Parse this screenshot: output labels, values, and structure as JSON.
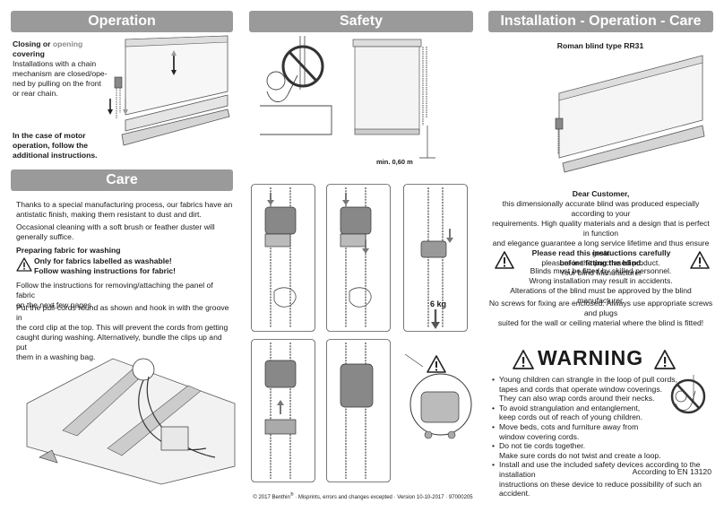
{
  "headers": {
    "operation": "Operation",
    "safety": "Safety",
    "install": "Installation - Operation - Care",
    "care": "Care"
  },
  "operation": {
    "closing_or": "Closing or",
    "opening": "opening",
    "covering": "covering",
    "body": [
      "Installations with a chain",
      "mechanism are closed/ope-",
      "ned by pulling on the front",
      "or rear chain."
    ],
    "motor": [
      "In the case of motor",
      "operation, follow the",
      "additional instructions."
    ]
  },
  "care": {
    "p1": [
      "Thanks to a special manufacturing process, our fabrics have an",
      "antistatic finish, making them resistant to dust and dirt."
    ],
    "p2": [
      "Occasional cleaning with a soft brush or feather duster will",
      "generally suffice."
    ],
    "prep_heading": "Preparing fabric for washing",
    "warn1": "Only for fabrics labelled as washable!",
    "warn2": "Follow washing instructions for fabric!",
    "p3": [
      "Follow the instructions for removing/attaching the panel of fabric",
      "on the next few pages."
    ],
    "p4": [
      "Put the pull-cords round as shown and hook in with the groove in",
      "the cord clip at the top. This will prevent the cords from getting",
      "caught during washing. Alternatively, bundle the clips up and put",
      "them in a washing bag."
    ]
  },
  "dim_label": "min. 0,60 m",
  "weight_label": "6 kg",
  "install": {
    "product": "Roman blind type RR31",
    "dear": "Dear Customer,",
    "dear_body": [
      "this dimensionally accurate blind was produced especially according to your",
      "requirements. High quality materials and a design that is perfect in function",
      "and elegance guarantee a long service lifetime and thus ensure great",
      "pleasure in the purchased product.",
      "Your blind Manufacturer"
    ],
    "read": [
      "Please read this instructions carefully",
      "before fitting the blind."
    ],
    "fit": [
      "Blinds must be fitted by skilled personnel.",
      "Wrong installation may result in accidents.",
      "Alterations of the blind must be approved by the blind manufacturer."
    ],
    "screws": [
      "No screws for fixing are enclosed. Always use appropriate screws and plugs",
      "suited for the wall or ceiling material where the blind is fitted!"
    ]
  },
  "warning": {
    "title": "WARNING",
    "items": [
      [
        "Young children can strangle in the loop of pull cords,",
        "tapes and cords that operate window coverings.",
        "They can also wrap cords around their necks."
      ],
      [
        "To avoid strangulation and entanglement,",
        "keep cords out of reach of young children."
      ],
      [
        "Move beds, cots and furniture away from",
        "window covering cords."
      ],
      [
        "Do not tie cords together.",
        "Make sure cords do not twist and create a loop."
      ],
      [
        "Install and use the included safety devices according to the installation",
        "instructions on these device to reduce possibility of such an accident."
      ]
    ],
    "according": "According to EN 13120"
  },
  "footer": {
    "prefix": "© 2017 Benthin",
    "reg": "®",
    "suffix": " · Misprints, errors and changes excepted · Version 10-10-2017 · 97000205"
  },
  "colors": {
    "header_band": "#9a9a9a",
    "accent_grey": "#8a8a8a"
  }
}
